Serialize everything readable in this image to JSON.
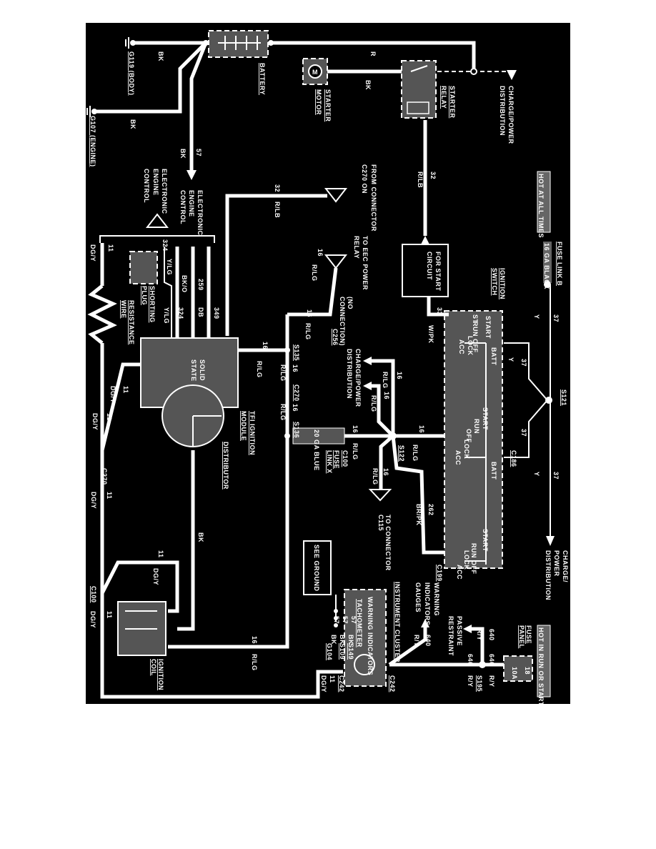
{
  "labels": {
    "bk1": "BK",
    "g119": "G119 (BODY)",
    "g107": "G107 (ENGINE)",
    "bk2": "BK",
    "bk3": "BK",
    "w57": "57",
    "eec1a": "ELECTRONIC",
    "eec1b": "ENGINE",
    "eec1c": "CONTROL",
    "eec2a": "ELECTRONIC",
    "eec2b": "ENGINE",
    "eec2c": "CONTROL",
    "w32a": "32",
    "rlb1": "R/LB",
    "battery": "BATTERY",
    "starter": "STARTER",
    "motor": "MOTOR",
    "r": "R",
    "bk4": "BK",
    "starter_relay1": "STARTER",
    "starter_relay2": "RELAY",
    "cpd1a": "CHARGE/POWER",
    "cpd1b": "DISTRIBUTION",
    "w32b": "32",
    "rlb2": "R/LB",
    "from_conn1": "FROM CONNECTOR",
    "from_conn2": "C270  ON",
    "to_eec1": "TO EEC POWER",
    "to_eec2": "RELAY",
    "hot_all": "HOT AT ALL TIMES",
    "fuse_link_b": "FUSE LINK B",
    "ga_black": "16 GA BLACK",
    "ign_sw1": "IGNITION",
    "ign_sw2": "SWITCH",
    "for_start1": "FOR START",
    "for_start2": "CIRCUIT",
    "w37a": "37",
    "ya": "Y",
    "w37b": "37",
    "yb": "Y",
    "w37c": "37",
    "yc": "Y",
    "w37d": "37",
    "yd": "Y",
    "s121": "S121",
    "c186": "C186",
    "batt1": "BATT",
    "batt2": "BATT",
    "start1": "START",
    "st": "ST",
    "run_off1": "RUN OFF",
    "lock1": "LOCK",
    "acc1": "ACC",
    "start2": "START",
    "run2": "RUN",
    "off2": "OFF",
    "lock2": "LOCK",
    "acc2": "ACC",
    "start3": "START",
    "run_off3": "RUN OFF",
    "lock3": "LOCK",
    "acc3": "ACC",
    "w33": "33",
    "wpk": "W/PK",
    "no_conn1": "(NO",
    "no_conn2": "CONNECTION)",
    "c256": "C256",
    "w16a": "16",
    "rlg_a": "R/LG",
    "w16b": "16",
    "rlg_b": "R/LG",
    "cpd2a": "CHARGE/POWER",
    "cpd2b": "DISTRIBUTION",
    "w16c": "16",
    "rlg_c": "R/LG",
    "w16d": "16",
    "rlg_d": "R/LG",
    "w16e": "16",
    "rlg_e": "R/LG",
    "w16f": "16",
    "rlg_f": "R/LG",
    "s122": "S122",
    "c100a": "C100",
    "fuse_link_x1": "FUSE",
    "fuse_link_x2": "LINK X",
    "ga_blue": "20 GA BLUE",
    "w16g": "16",
    "rlg_g": "R/LG",
    "to_conn1": "TO CONNECTOR",
    "to_conn2": "C115",
    "w262": "262",
    "brpk": "BR/PK",
    "c199": "C199",
    "cpd3a": "CHARGE/",
    "cpd3b": "POWER",
    "cpd3c": "DISTRIBUTION",
    "s135": "S135",
    "w16h": "16",
    "c270a": "C270",
    "w16i": "16",
    "s136": "S136",
    "rlg_h": "R/LG",
    "rlg_i": "R/LG",
    "w16j": "16",
    "rlg_j": "R/LG",
    "solid1": "SOLID",
    "solid2": "STATE",
    "tfi1": "TFI IGNITION",
    "tfi2": "MODULE",
    "distributor": "DISTRIBUTOR",
    "w349": "349",
    "w259": "259",
    "db": "DB",
    "bko": "BK/O",
    "w324a": "324",
    "ylg_a": "Y/LG",
    "w324b": "324",
    "ylg_b": "Y/LG",
    "shorting1": "SHORTING",
    "shorting2": "PLUG",
    "resist1": "RESISTANCE",
    "resist2": "WIRE",
    "w11a": "11",
    "dgy_a": "DG/Y",
    "w11b": "11",
    "dgy_b": "DG/Y",
    "w11c": "11",
    "dgy_c": "DG/Y",
    "c270b": "C270",
    "w11d": "11",
    "dgy_d": "DG/Y",
    "bk5": "BK",
    "w11e": "11",
    "dgy_e": "DG/Y",
    "c100b": "C100",
    "w11f": "11",
    "dgy_f": "DG/Y",
    "w16k": "16",
    "rlg_k": "R/LG",
    "ign_coil1": "IGNITION",
    "ign_coil2": "COIL",
    "see_ground": "SEE GROUND",
    "inst_cluster": "INSTRUMENT CLUSTER",
    "warn_ind": "WARNING INDICATORS",
    "tach": "TACHOMETER",
    "wig1": "WARNING",
    "wig2": "INDICATORS",
    "wig3": "GAUGES",
    "w640a": "640",
    "ry_a": "R/Y",
    "w640b": "640",
    "ry_b": "R/Y",
    "w640c": "640",
    "w640d": "640",
    "ry_c": "R/Y",
    "ry_d": "R/Y",
    "passive1": "PASSIVE",
    "passive2": "RESTRAINT",
    "s195": "S195",
    "c242a": "C242",
    "c242b": "C242",
    "fuse_panel1": "FUSE",
    "fuse_panel2": "PANEL",
    "fuse18": "18",
    "fuse10a": "10A",
    "hot_run": "HOT IN RUN OR START",
    "g57a": "57",
    "g57b": "57",
    "g57c": "57",
    "gbk1": "BK",
    "gbk2": "BK",
    "gbk3": "BK",
    "s149": "S149",
    "s109": "S109",
    "g104": "G104",
    "w11g": "11",
    "dgy_g": "DG/Y"
  },
  "icons": [
    "ground-icon",
    "battery-icon",
    "motor-icon",
    "relay-icon",
    "connector-triangle-icon",
    "resistor-zigzag-icon",
    "coil-icon",
    "gauge-icon",
    "fuse-icon"
  ],
  "colors": {
    "background": "#000000",
    "wire": "#ffffff",
    "component_fill": "#555555"
  }
}
